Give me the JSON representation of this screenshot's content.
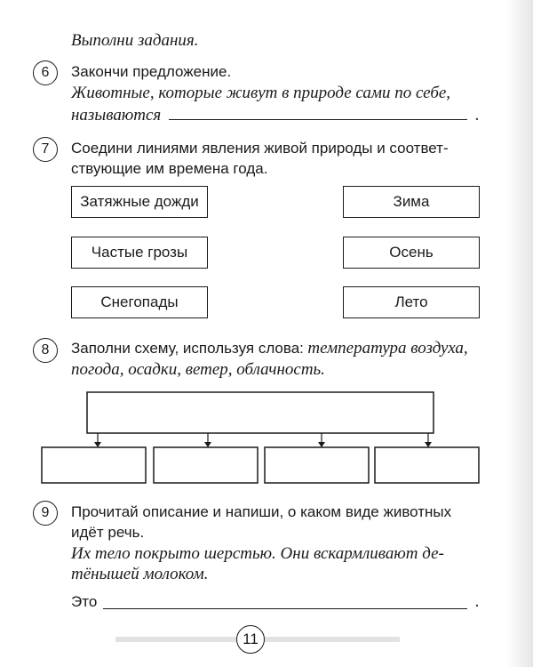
{
  "header": {
    "instruction": "Выполни задания."
  },
  "task6": {
    "number": "6",
    "prompt": "Закончи предложение.",
    "line1": "Животные, которые живут в природе сами по себе,",
    "line2": "называются",
    "end": "."
  },
  "task7": {
    "number": "7",
    "prompt1": "Соедини линиями явления живой природы и соответ-",
    "prompt2": "ствующие им времена года.",
    "left": [
      "Затяжные дожди",
      "Частые грозы",
      "Снегопады"
    ],
    "right": [
      "Зима",
      "Осень",
      "Лето"
    ]
  },
  "task8": {
    "number": "8",
    "prompt_plain": "Заполни схему, используя слова:",
    "prompt_words1": "температура воздуха,",
    "prompt_words2": "погода, осадки, ветер, облачность."
  },
  "task9": {
    "number": "9",
    "prompt1": "Прочитай описание и напиши, о каком виде животных",
    "prompt2": "идёт речь.",
    "desc1": "Их тело покрыто шерстью. Они вскармливают де-",
    "desc2": "тёнышей молоком.",
    "answer_label": "Это",
    "end": "."
  },
  "page": {
    "number": "11"
  }
}
